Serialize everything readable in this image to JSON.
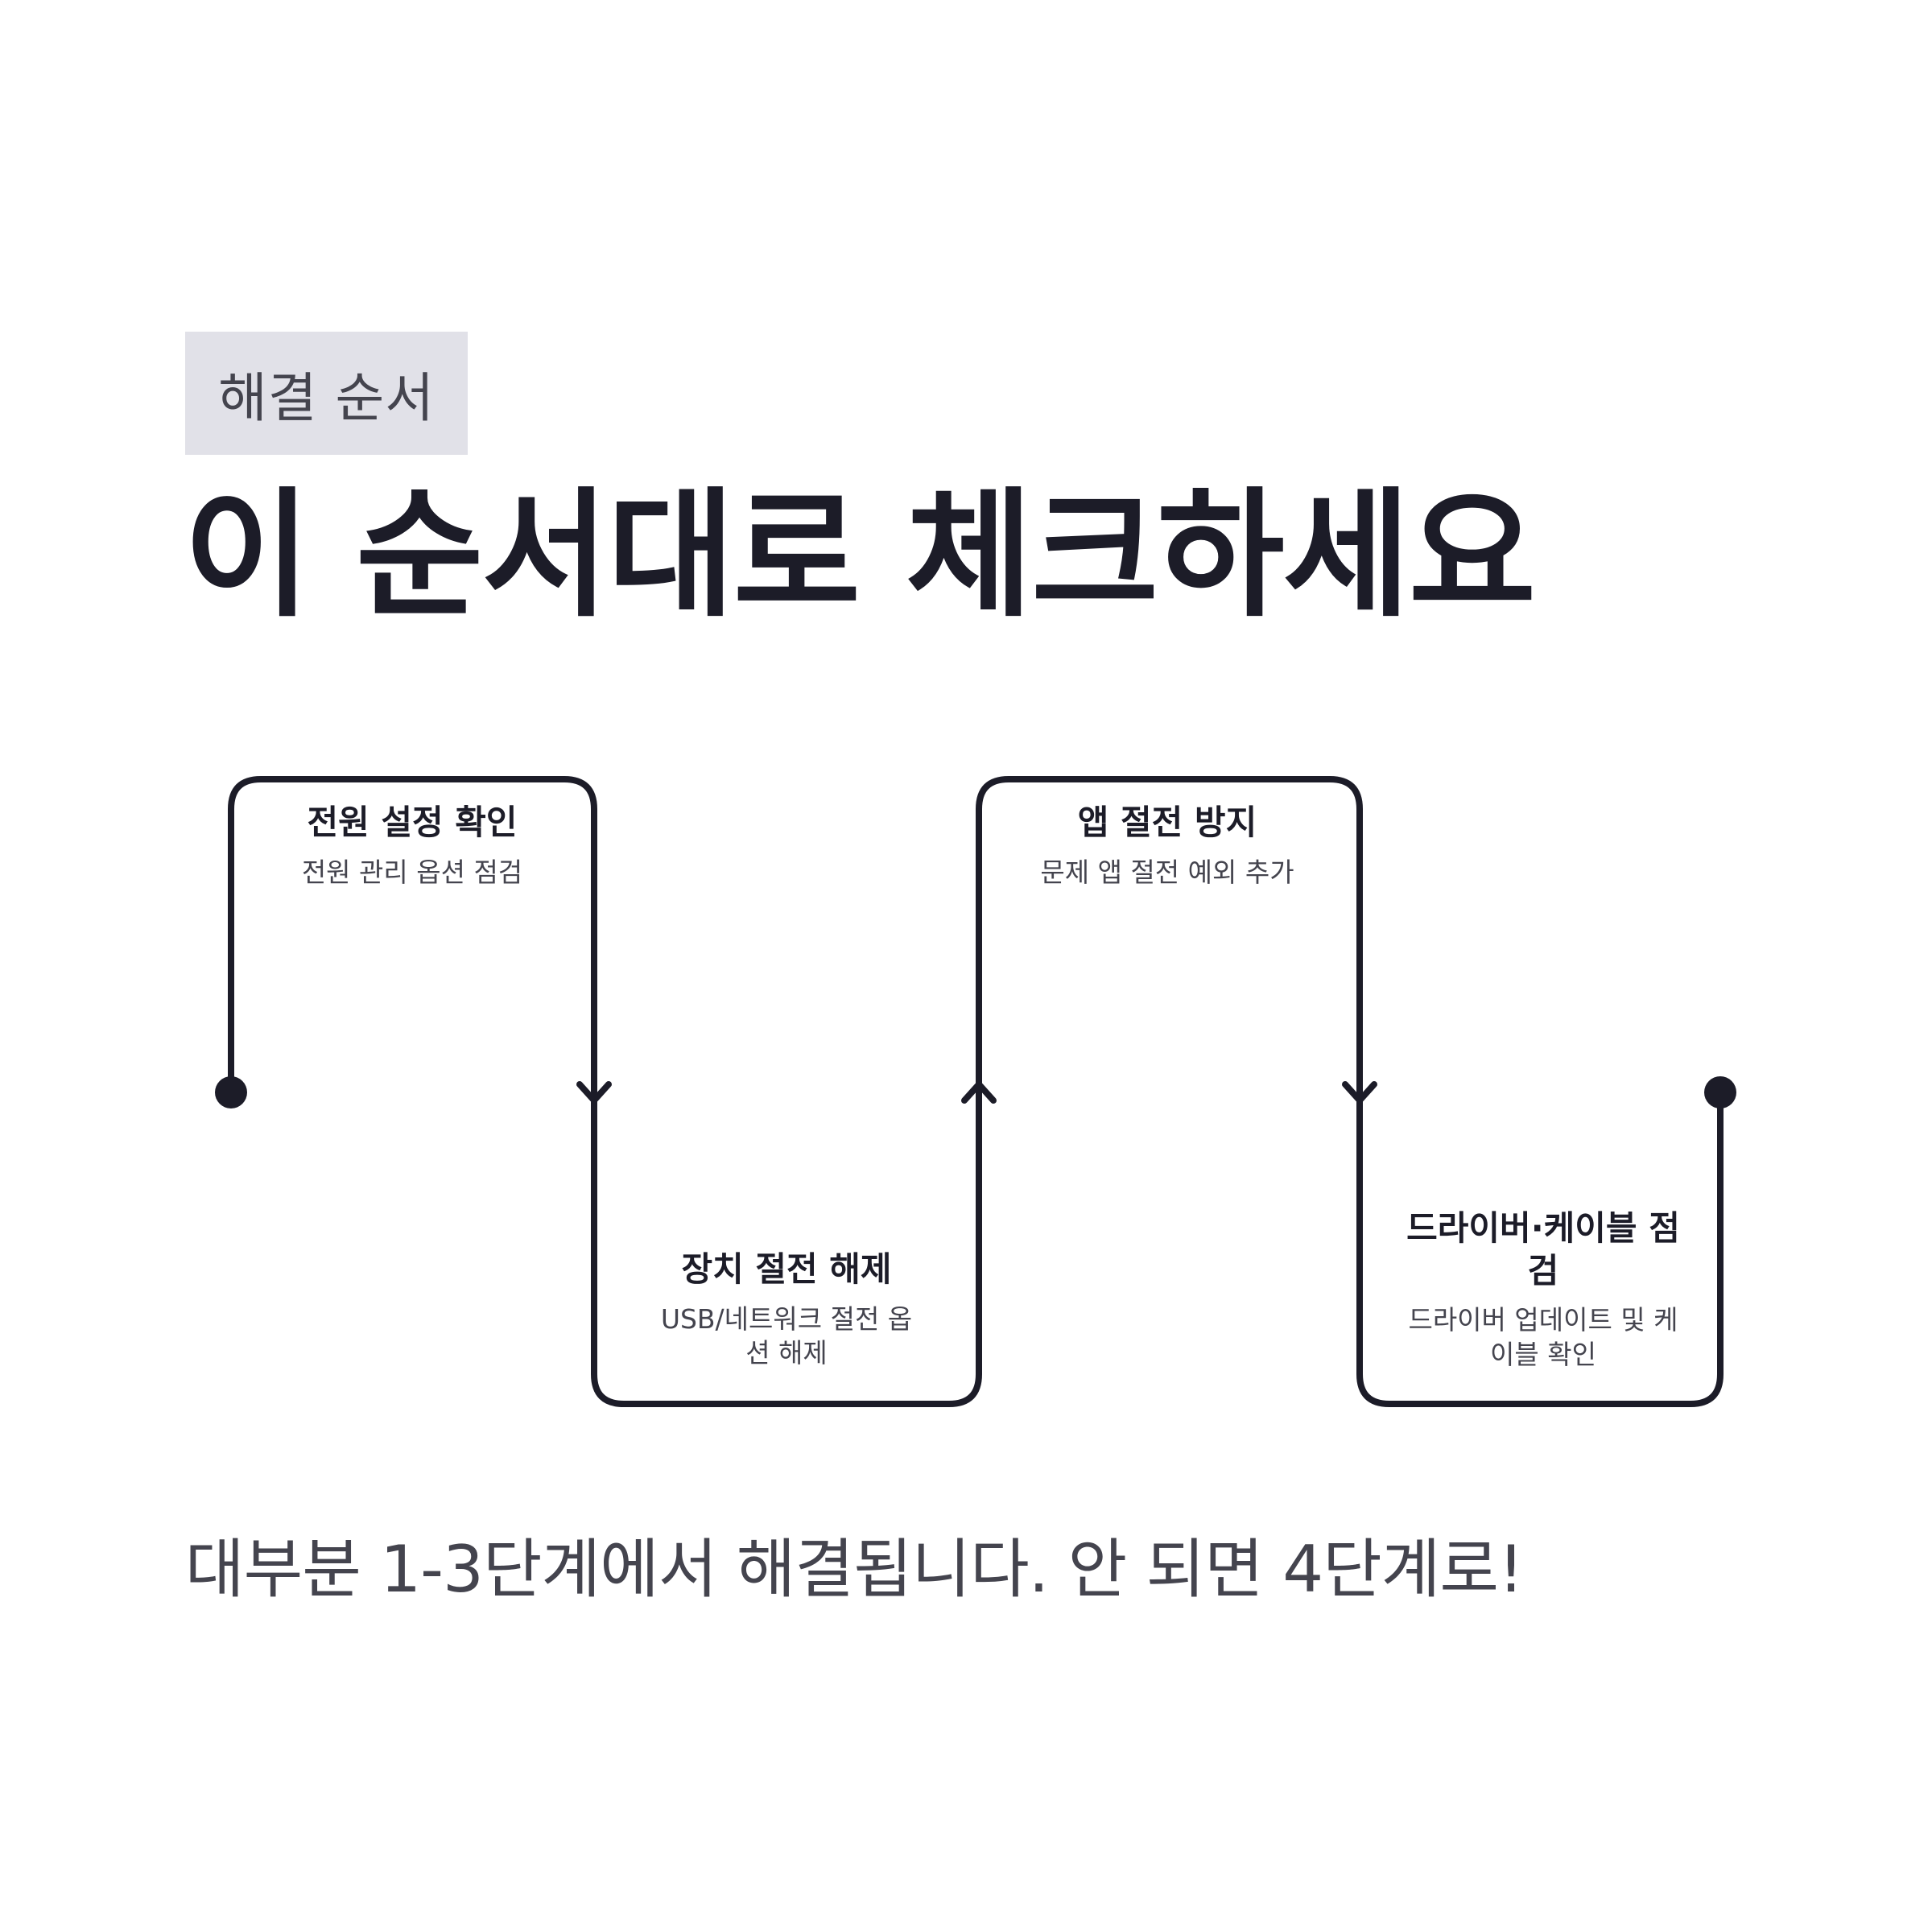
{
  "header": {
    "badge": "해결 순서",
    "title": "이 순서대로 체크하세요"
  },
  "steps": [
    {
      "title": "전원 설정 확인",
      "desc": "전원 관리 옵션 점검"
    },
    {
      "title": "장치 절전 해제",
      "desc": "USB/네트워크 절전 옵션 해제"
    },
    {
      "title": "앱 절전 방지",
      "desc": "문제 앱 절전 예외 추가"
    },
    {
      "title": "드라이버·케이블 점검",
      "desc": "드라이버 업데이트 및 케이블 확인"
    }
  ],
  "footer": {
    "note": "대부분 1-3단계에서 해결됩니다. 안 되면 4단계로!"
  },
  "colors": {
    "line": "#1c1c28",
    "badge_bg": "#e1e1e8",
    "text": "#1c1c28",
    "muted_text": "#44444e"
  }
}
